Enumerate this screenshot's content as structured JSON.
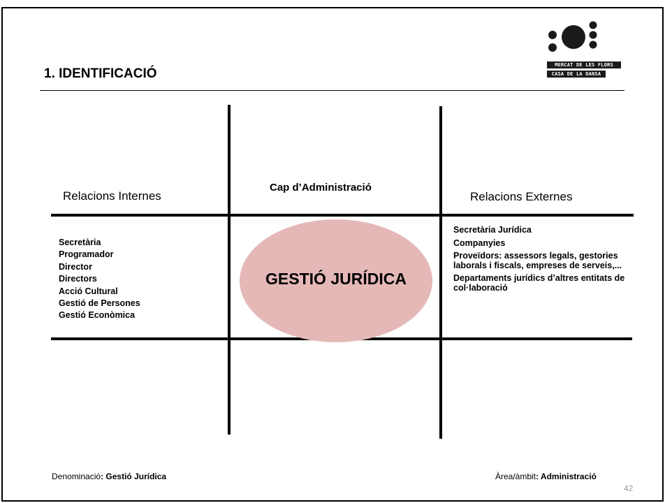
{
  "slide": {
    "title": "1. IDENTIFICACIÓ",
    "page_number": "42"
  },
  "logo": {
    "line1": "MERCAT DE LES FLORS",
    "line2": "CASA DE LA DANSA",
    "icon": "mercat-de-les-flors-dots-logo"
  },
  "grid": {
    "left_heading": "Relacions Internes",
    "center_heading": "Cap d’Administració",
    "right_heading": "Relacions Externes",
    "center_label": "GESTIÓ JURÍDICA",
    "internal_relations": [
      "Secretària",
      "Programador",
      "Director",
      "Directors",
      "Acció Cultural",
      "Gestió de Persones",
      "Gestió Econòmica"
    ],
    "external_relations": [
      "Secretària Jurídica",
      "Companyies",
      "Proveïdors: assessors legals, gestories laborals i fiscals, empreses de serveis,...",
      "Departaments jurídics d’altres entitats de col·laboració"
    ]
  },
  "footer": {
    "denominacio_label": "Denominació",
    "denominacio_value": "Gestió Jurídica",
    "area_label": "Àrea/àmbit",
    "area_value": "Administració"
  },
  "colors": {
    "ellipse_fill": "#e5b8b8",
    "lines": "#000000"
  }
}
